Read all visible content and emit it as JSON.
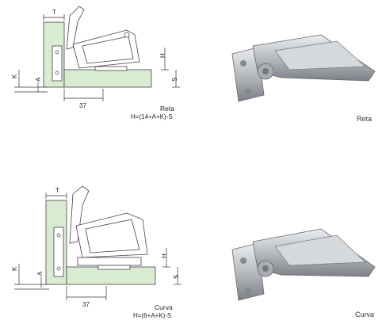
{
  "top": {
    "dims": {
      "T": "T",
      "H": "H",
      "K": "K",
      "A": "A",
      "S": "S",
      "width": "37"
    },
    "caption": "Reta",
    "formula": "H=(14+A+K)-S",
    "photo_label": "Reta"
  },
  "bottom": {
    "dims": {
      "T": "T",
      "H": "H",
      "K": "K",
      "A": "A",
      "S": "S",
      "width": "37"
    },
    "caption": "Curva",
    "formula": "H=(6+A+K)-S",
    "photo_label": "Curva"
  },
  "colors": {
    "panel_green": "#d9ecd2",
    "line": "#333333",
    "metal": "#b9bcc0"
  }
}
